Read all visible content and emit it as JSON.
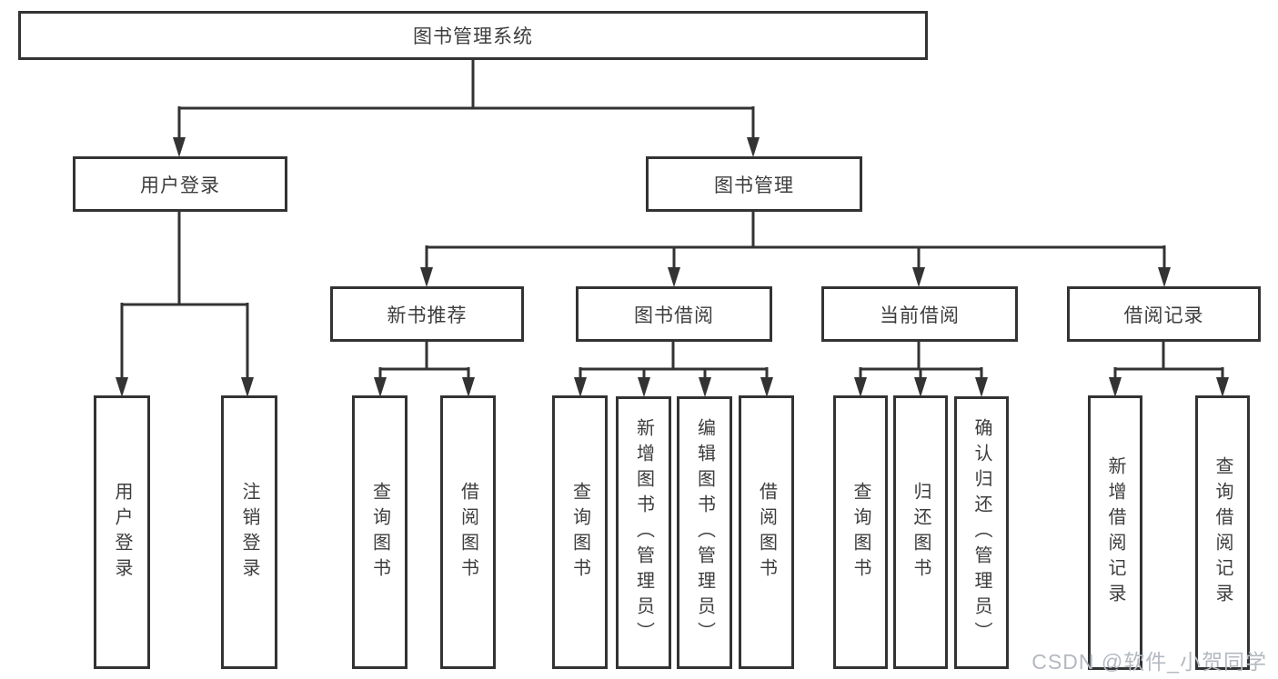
{
  "colors": {
    "line": "#333333",
    "box_border": "#333333",
    "text": "#3d3d3d",
    "watermark": "#b4b9c0",
    "background": "#ffffff"
  },
  "watermark": {
    "text": "CSDN @软件_小贺同学"
  },
  "tree": {
    "root": {
      "label": "图书管理系统"
    },
    "branches": [
      {
        "label": "用户登录",
        "children": [
          {
            "label": "用户登录"
          },
          {
            "label": "注销登录"
          }
        ]
      },
      {
        "label": "图书管理",
        "children": [
          {
            "label": "新书推荐",
            "children": [
              {
                "label": "查询图书"
              },
              {
                "label": "借阅图书"
              }
            ]
          },
          {
            "label": "图书借阅",
            "children": [
              {
                "label": "查询图书"
              },
              {
                "label": "新增图书（管理员）"
              },
              {
                "label": "编辑图书（管理员）"
              },
              {
                "label": "借阅图书"
              }
            ]
          },
          {
            "label": "当前借阅",
            "children": [
              {
                "label": "查询图书"
              },
              {
                "label": "归还图书"
              },
              {
                "label": "确认归还（管理员）"
              }
            ]
          },
          {
            "label": "借阅记录",
            "children": [
              {
                "label": "新增借阅记录"
              },
              {
                "label": "查询借阅记录"
              }
            ]
          }
        ]
      }
    ]
  }
}
